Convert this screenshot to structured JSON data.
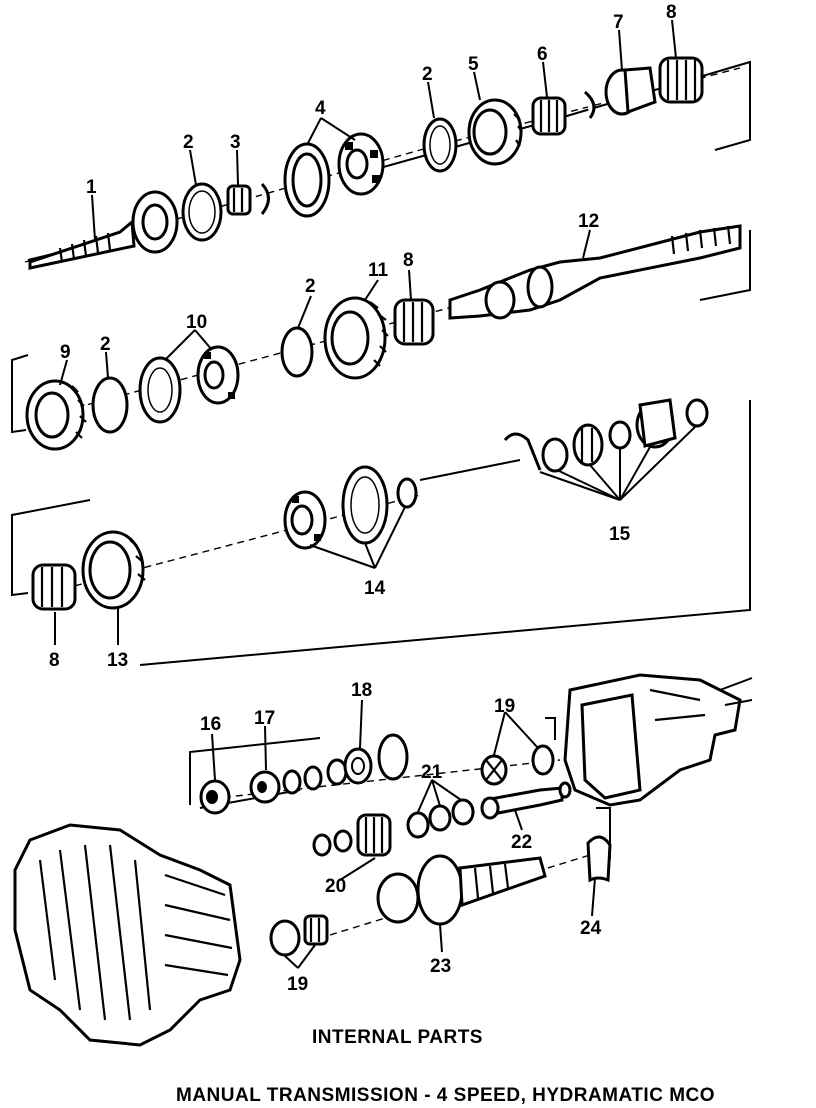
{
  "callouts": [
    "1",
    "2",
    "3",
    "4",
    "2",
    "5",
    "6",
    "7",
    "8",
    "12",
    "2",
    "11",
    "8",
    "9",
    "2",
    "10",
    "15",
    "14",
    "8",
    "13",
    "18",
    "16",
    "17",
    "19",
    "21",
    "22",
    "20",
    "24",
    "19",
    "23"
  ],
  "caption": {
    "internal": "INTERNAL PARTS",
    "title": "MANUAL TRANSMISSION - 4 SPEED, HYDRAMATIC MCO"
  }
}
